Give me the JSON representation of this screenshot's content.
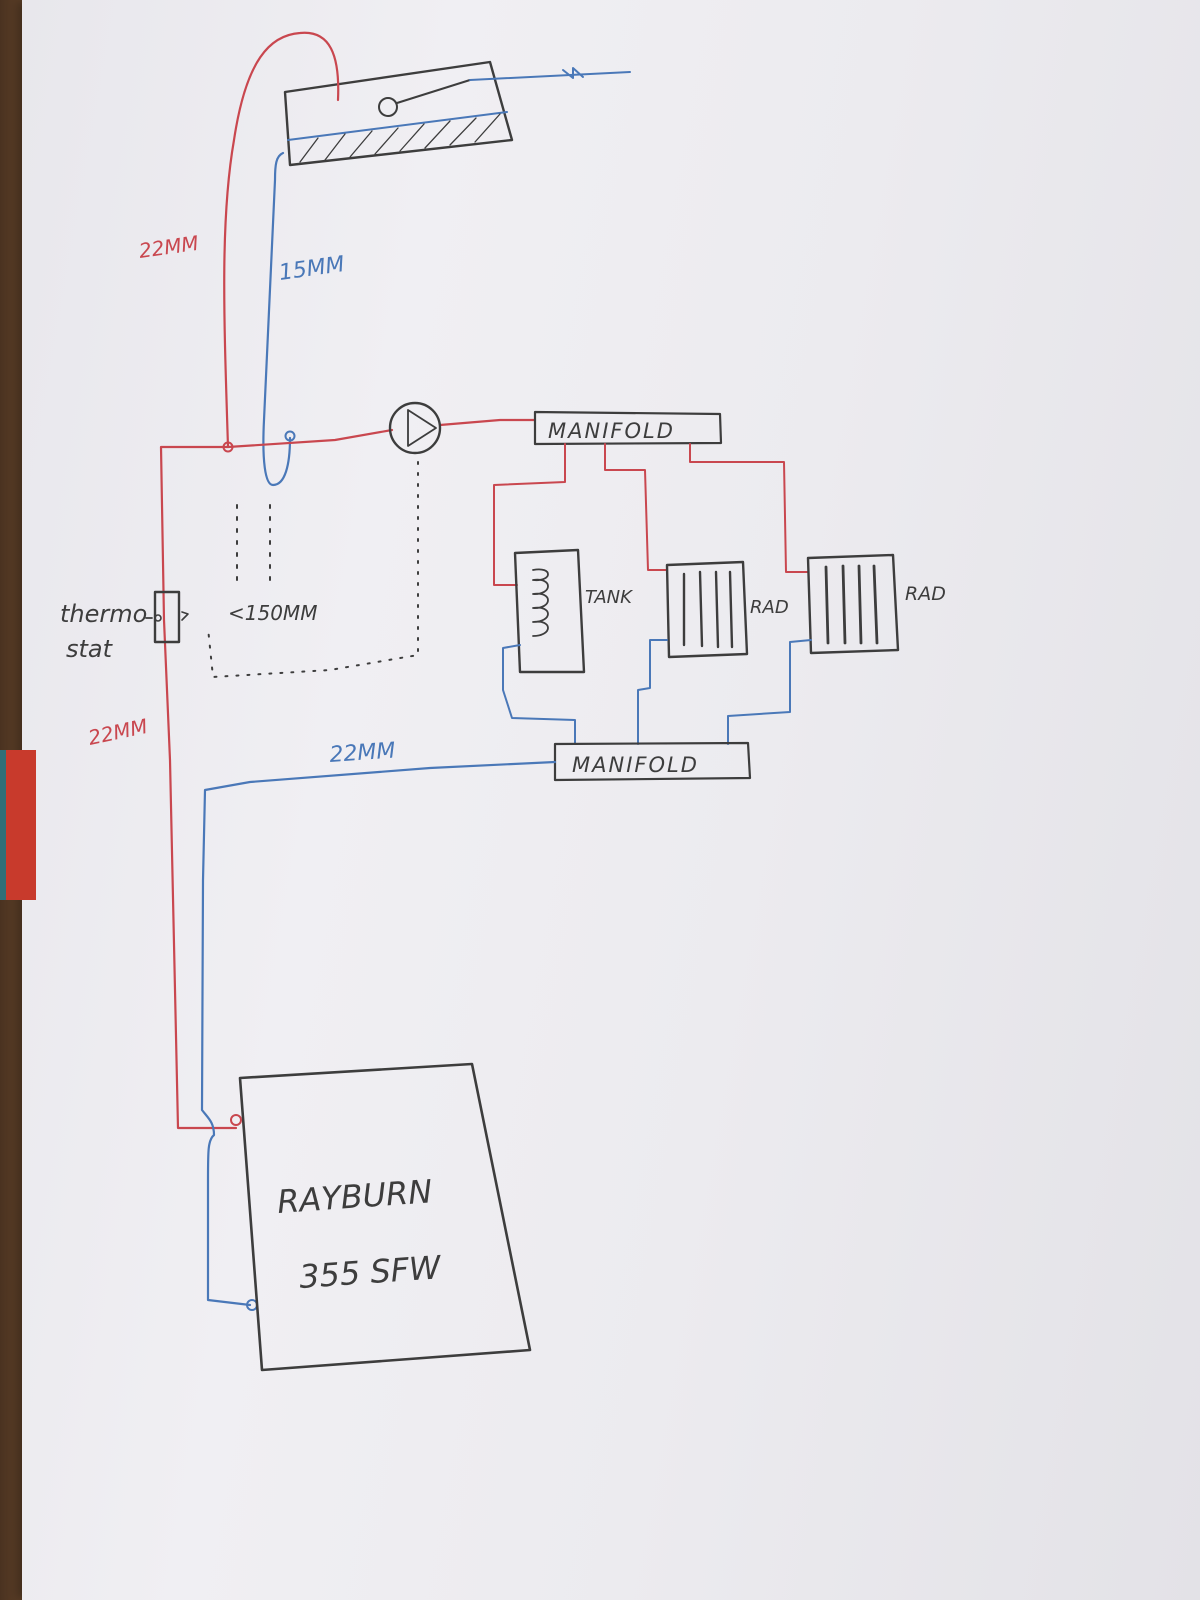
{
  "colors": {
    "flow": "#c9474f",
    "return": "#4a78b8",
    "pencil": "#3d3d3d"
  },
  "labels": {
    "pipe_22mm_riser": "22MM",
    "pipe_15mm": "15MM",
    "thermostat": "thermo stat",
    "thermostat_line1": "thermo",
    "thermostat_line2": "stat",
    "pipe_22mm_left": "22MM",
    "distance": "<150MM",
    "manifold_top": "MANIFOLD",
    "manifold_bottom": "MANIFOLD",
    "pipe_22mm_return": "22MM",
    "tank": "TANK",
    "rad1": "RAD",
    "rad2": "RAD",
    "boiler_line1": "RAYBURN",
    "boiler_line2": "355 SFW"
  },
  "icons": {
    "pump": "pump-icon",
    "float_valve": "float-valve-icon",
    "valve": "valve-icon"
  }
}
